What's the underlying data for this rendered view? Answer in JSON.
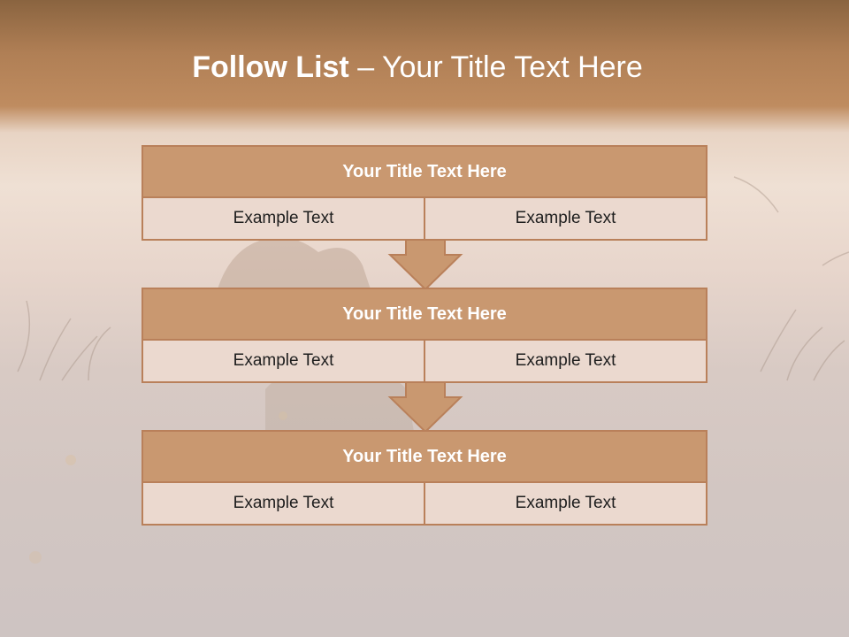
{
  "slide": {
    "title_bold": "Follow List",
    "title_rest": " – Your Title Text Here"
  },
  "steps": [
    {
      "title": "Your Title Text Here",
      "left": "Example Text",
      "right": "Example Text"
    },
    {
      "title": "Your Title Text Here",
      "left": "Example Text",
      "right": "Example Text"
    },
    {
      "title": "Your Title Text Here",
      "left": "Example Text",
      "right": "Example Text"
    }
  ],
  "colors": {
    "header_fill": "#c99870",
    "border": "#b9805a",
    "cell_fill": "#ebd9cf",
    "arrow_fill": "#c99870"
  },
  "icons": [
    "down-arrow-icon"
  ]
}
